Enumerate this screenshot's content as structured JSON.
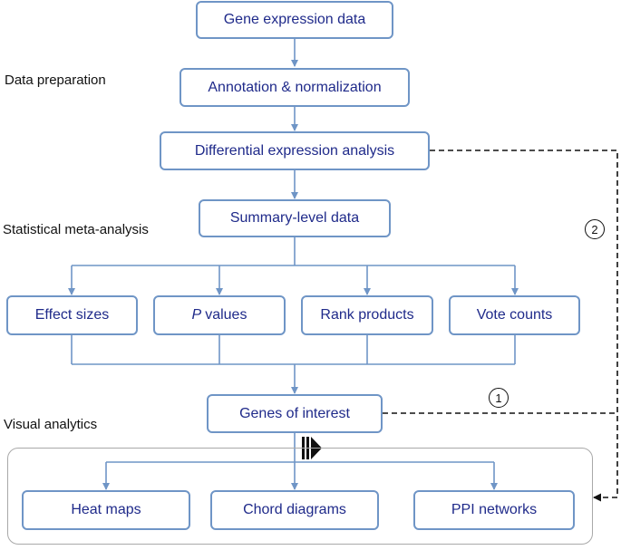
{
  "sections": {
    "data_preparation": "Data preparation",
    "statistical_meta_analysis": "Statistical meta-analysis",
    "visual_analytics": "Visual analytics"
  },
  "nodes": {
    "gene_expression_data": "Gene expression data",
    "annotation_normalization": "Annotation & normalization",
    "differential_expression_analysis": "Differential expression analysis",
    "summary_level_data": "Summary-level data",
    "effect_sizes": "Effect sizes",
    "p_values_italic": "P",
    "p_values_rest": "values",
    "rank_products": "Rank products",
    "vote_counts": "Vote counts",
    "genes_of_interest": "Genes of interest",
    "heat_maps": "Heat maps",
    "chord_diagrams": "Chord diagrams",
    "ppi_networks": "PPI networks"
  },
  "markers": {
    "path_1": "1",
    "path_2": "2"
  },
  "colors": {
    "box_border": "#6f95c6",
    "box_text": "#1f2a8a",
    "connector": "#6f95c6",
    "dashed_path": "#111111",
    "group_border": "#a9a9a9"
  },
  "icons": {
    "start_marker": "play-pause-icon"
  }
}
